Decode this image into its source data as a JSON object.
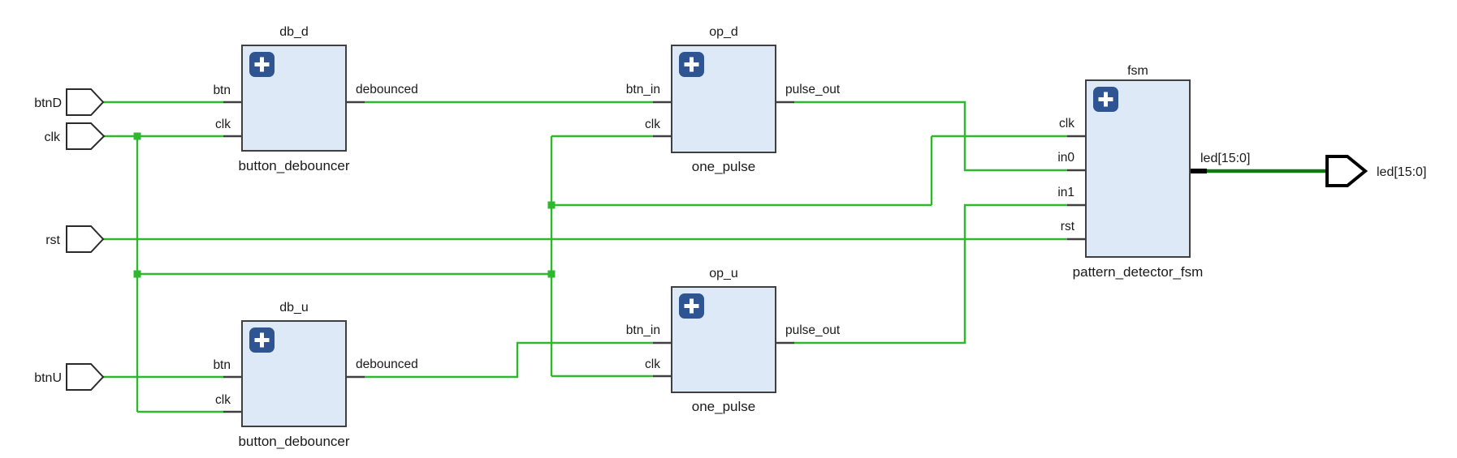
{
  "schematic": {
    "input_ports": [
      {
        "name": "btnD"
      },
      {
        "name": "clk"
      },
      {
        "name": "rst"
      },
      {
        "name": "btnU"
      }
    ],
    "output_ports": [
      {
        "name": "led[15:0]"
      }
    ],
    "blocks": [
      {
        "instance": "db_d",
        "module": "button_debouncer",
        "in_ports": [
          "btn",
          "clk"
        ],
        "out_ports": [
          "debounced"
        ]
      },
      {
        "instance": "op_d",
        "module": "one_pulse",
        "in_ports": [
          "btn_in",
          "clk"
        ],
        "out_ports": [
          "pulse_out"
        ]
      },
      {
        "instance": "db_u",
        "module": "button_debouncer",
        "in_ports": [
          "btn",
          "clk"
        ],
        "out_ports": [
          "debounced"
        ]
      },
      {
        "instance": "op_u",
        "module": "one_pulse",
        "in_ports": [
          "btn_in",
          "clk"
        ],
        "out_ports": [
          "pulse_out"
        ]
      },
      {
        "instance": "fsm",
        "module": "pattern_detector_fsm",
        "in_ports": [
          "clk",
          "in0",
          "in1",
          "rst"
        ],
        "out_ports": [
          "led[15:0]"
        ]
      }
    ],
    "wire_labels": [
      {
        "text": "led[15:0]"
      }
    ],
    "icons": [
      {
        "name": "expand-icon",
        "glyph": "+"
      }
    ],
    "colors": {
      "net_green": "#2db82d",
      "bus_green": "#0e7a0e",
      "bus_stub_black": "#000000",
      "block_fill": "#dde9f6",
      "block_border": "#404040",
      "badge_blue": "#2e5491",
      "port_fill": "#ffffff",
      "port_border": "#2b2b2b",
      "text": "#1a1a1a"
    }
  }
}
